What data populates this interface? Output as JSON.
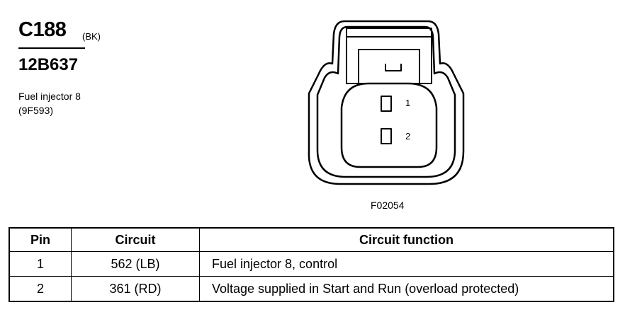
{
  "header": {
    "connector_id": "C188",
    "color_code": "(BK)",
    "part_number": "12B637",
    "description_line1": "Fuel injector 8",
    "description_line2": "(9F593)"
  },
  "diagram": {
    "pin_labels": [
      "1",
      "2"
    ],
    "figure_code": "F02054"
  },
  "table": {
    "headers": [
      "Pin",
      "Circuit",
      "Circuit function"
    ],
    "rows": [
      {
        "pin": "1",
        "circuit": "562 (LB)",
        "function": "Fuel injector 8, control"
      },
      {
        "pin": "2",
        "circuit": "361 (RD)",
        "function": "Voltage supplied in Start and Run (overload protected)"
      }
    ]
  }
}
